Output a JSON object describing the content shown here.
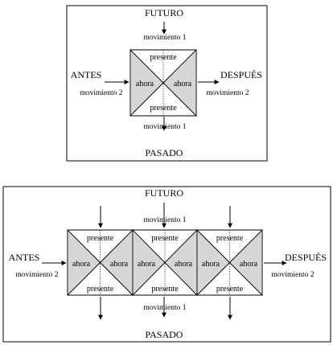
{
  "diagram_top": {
    "top_label": "FUTURO",
    "bottom_label": "PASADO",
    "left_label": "ANTES",
    "right_label": "DESPUÉS",
    "movement_vertical": "movimiento 1",
    "movement_horizontal": "movimiento 2",
    "cell": {
      "top": "presente",
      "bottom": "presente",
      "left": "ahora",
      "right": "ahora"
    }
  },
  "diagram_bottom": {
    "top_label": "FUTURO",
    "bottom_label": "PASADO",
    "left_label": "ANTES",
    "right_label": "DESPUÉS",
    "movement_vertical_top": "movimiento 1",
    "movement_vertical_bottom": "movimiento 1",
    "movement_horizontal_left": "movimiento 2",
    "movement_horizontal_right": "movimiento 2",
    "cells": [
      {
        "top": "presente",
        "bottom": "presente",
        "left": "ahora",
        "right": "ahora"
      },
      {
        "top": "presente",
        "bottom": "presente",
        "left": "ahora",
        "right": "ahora"
      },
      {
        "top": "presente",
        "bottom": "presente",
        "left": "ahora",
        "right": "ahora"
      }
    ]
  },
  "colors": {
    "shade": "#d6d6d6",
    "line": "#000000",
    "background": "#ffffff"
  }
}
